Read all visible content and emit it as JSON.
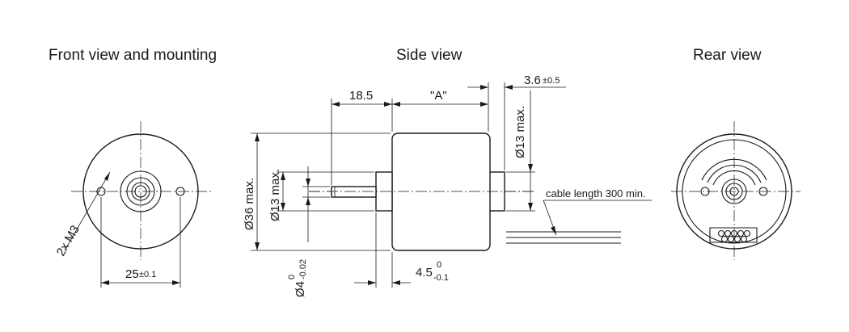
{
  "titles": {
    "front": "Front view and mounting",
    "side": "Side view",
    "rear": "Rear view"
  },
  "dimensions": {
    "mount_hole": "2x M3",
    "hole_spacing": "25",
    "hole_spacing_tol": "±0.1",
    "shaft_length": "18.5",
    "body_length": "\"A\"",
    "rear_offset": "3.6",
    "rear_offset_tol": "±0.5",
    "rear_boss_dia": "Ø13 max.",
    "body_dia": "Ø36 max.",
    "front_boss_dia": "Ø13 max.",
    "shaft_dia": "Ø4",
    "shaft_dia_tol_upper": "0",
    "shaft_dia_tol_lower": "-0.02",
    "boss_length": "4.5",
    "boss_length_tol_upper": "0",
    "boss_length_tol_lower": "-0.1",
    "cable_note": "cable length 300 min."
  }
}
